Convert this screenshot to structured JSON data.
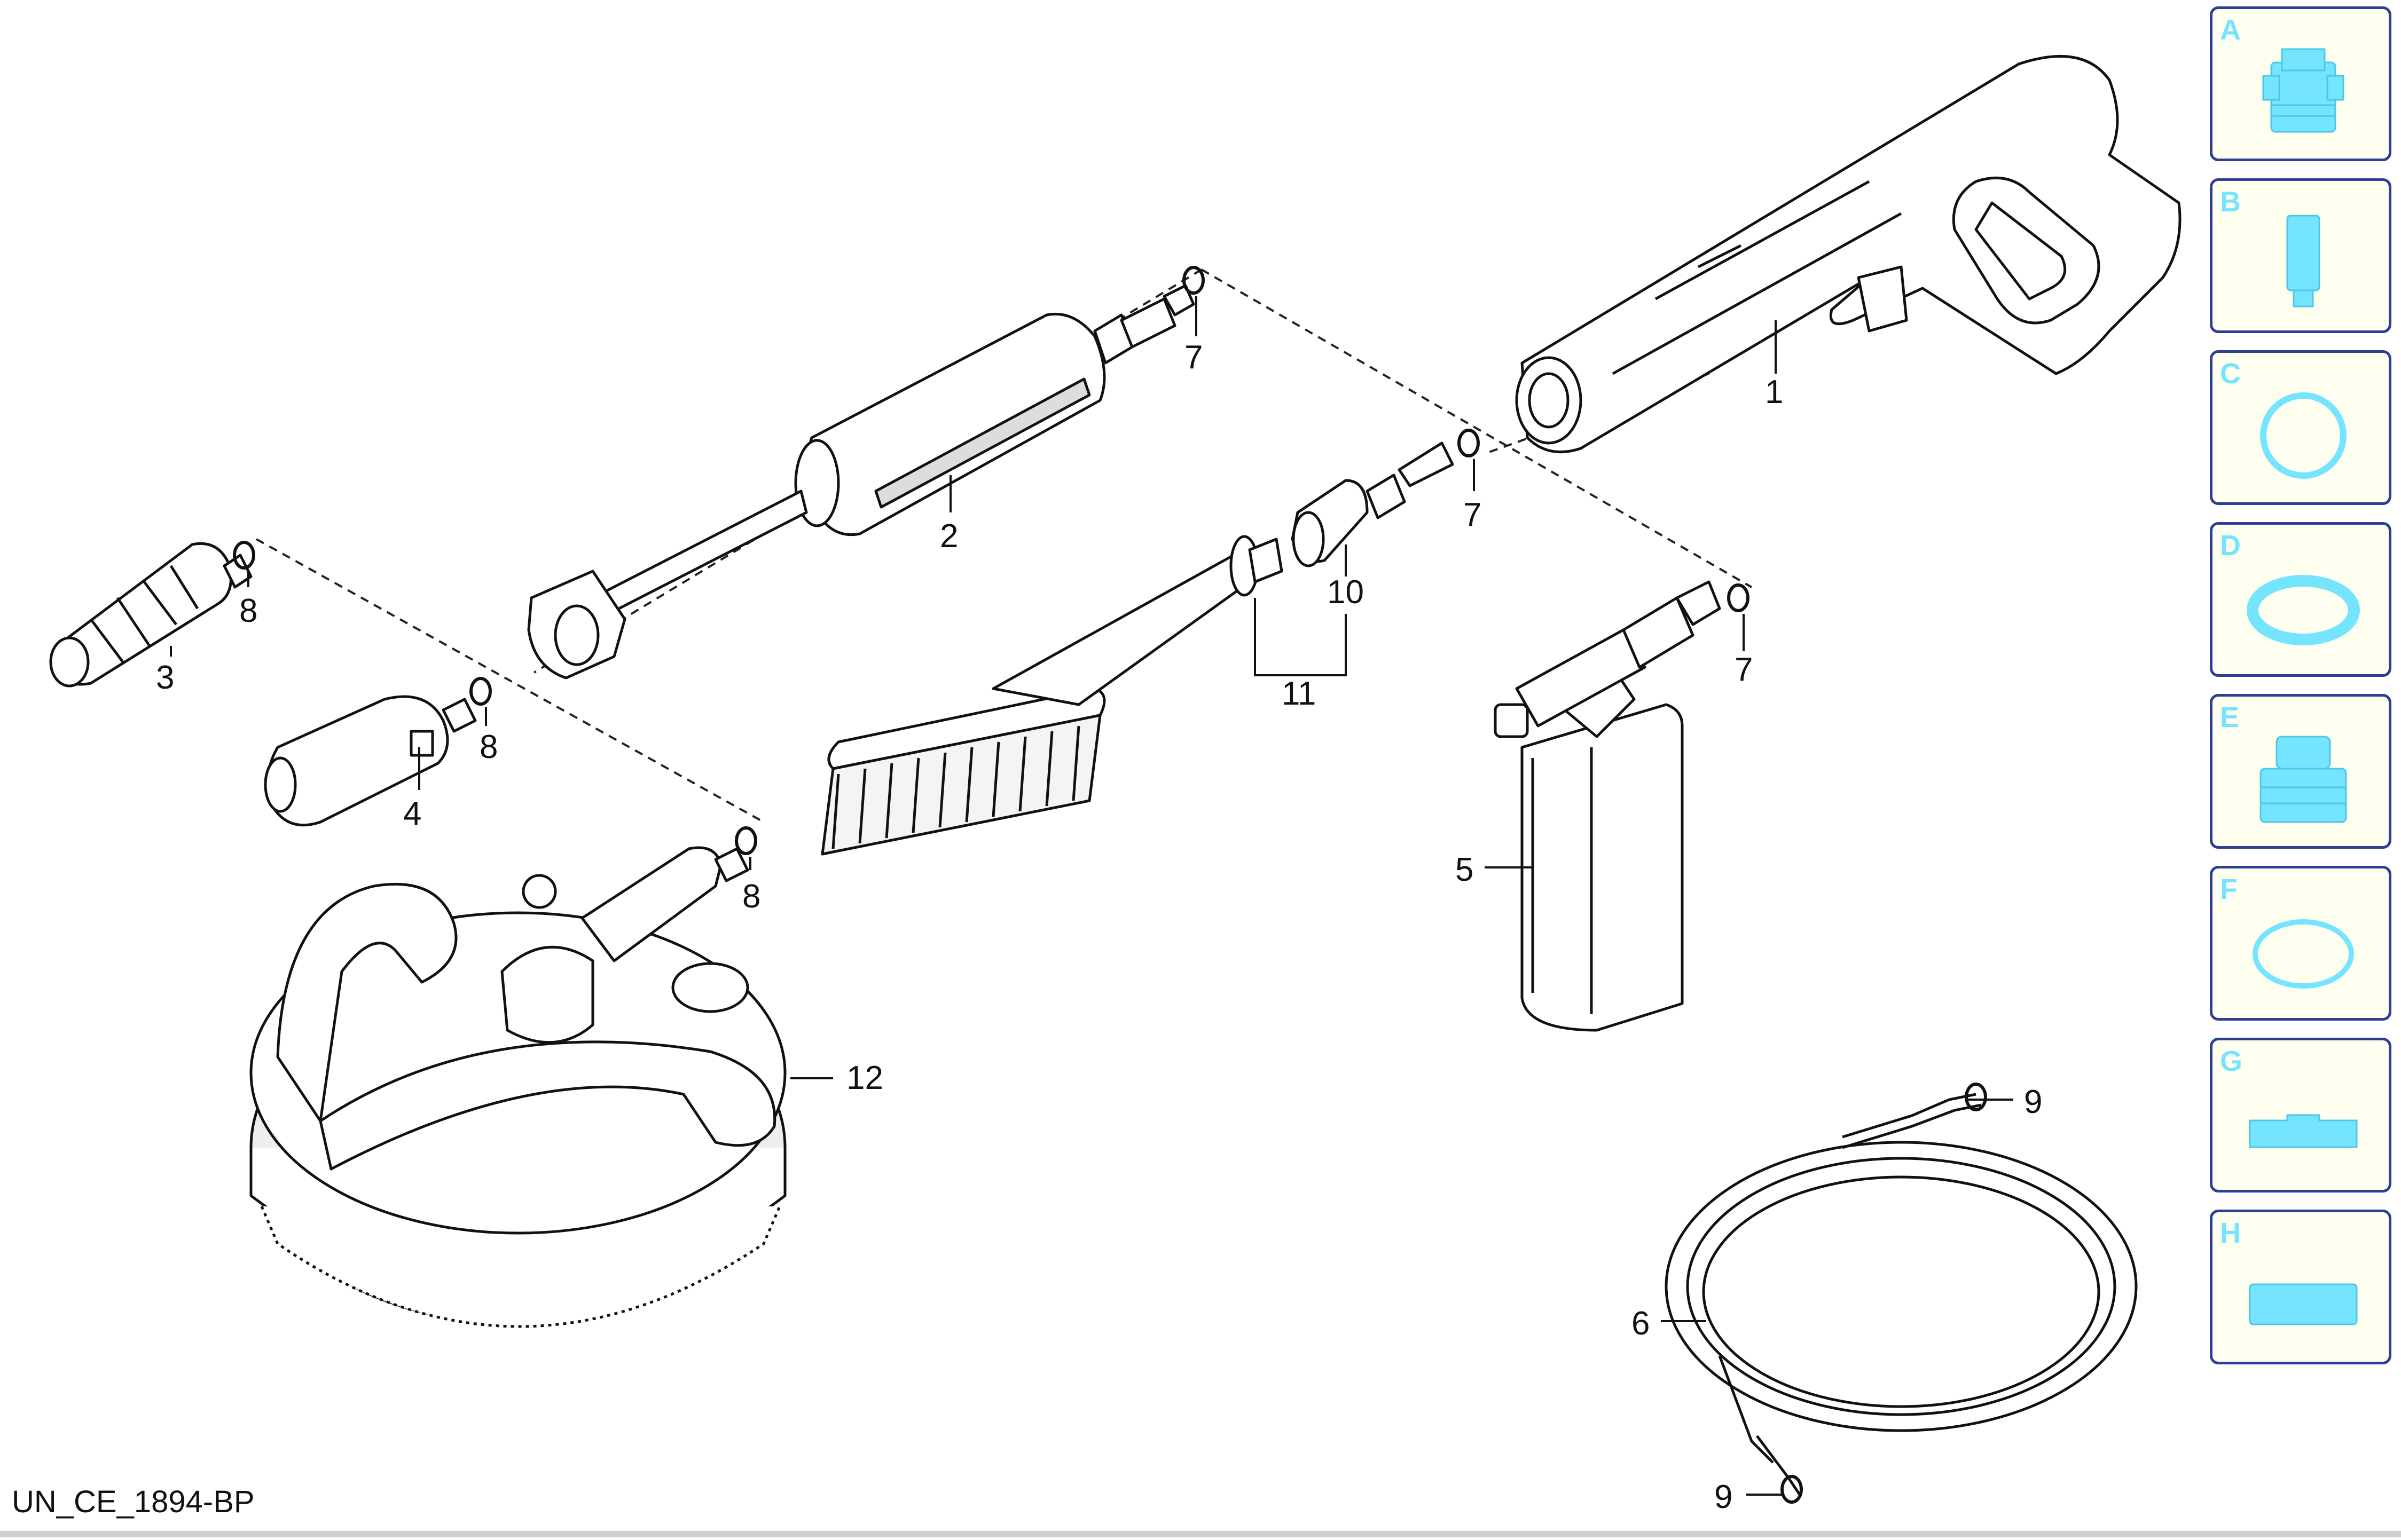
{
  "drawing_id": "UN_CE_1894-BP",
  "callouts": {
    "c1": "1",
    "c2": "2",
    "c3": "3",
    "c4": "4",
    "c5": "5",
    "c6": "6",
    "c7a": "7",
    "c7b": "7",
    "c7c": "7",
    "c8a": "8",
    "c8b": "8",
    "c8c": "8",
    "c9a": "9",
    "c9b": "9",
    "c10": "10",
    "c11": "11",
    "c12": "12"
  },
  "sidebar": {
    "tabs": [
      {
        "letter": "A",
        "icon": "coupler-icon"
      },
      {
        "letter": "B",
        "icon": "nozzle-icon"
      },
      {
        "letter": "C",
        "icon": "o-ring-icon"
      },
      {
        "letter": "D",
        "icon": "washer-icon"
      },
      {
        "letter": "E",
        "icon": "connector-icon"
      },
      {
        "letter": "F",
        "icon": "seal-ring-icon"
      },
      {
        "letter": "G",
        "icon": "pad-notched-icon"
      },
      {
        "letter": "H",
        "icon": "pad-icon"
      }
    ]
  },
  "colors": {
    "tab_border": "#2c3f94",
    "tab_fill": "#fffff0",
    "tab_accent": "#74e4ff",
    "line": "#111111"
  }
}
